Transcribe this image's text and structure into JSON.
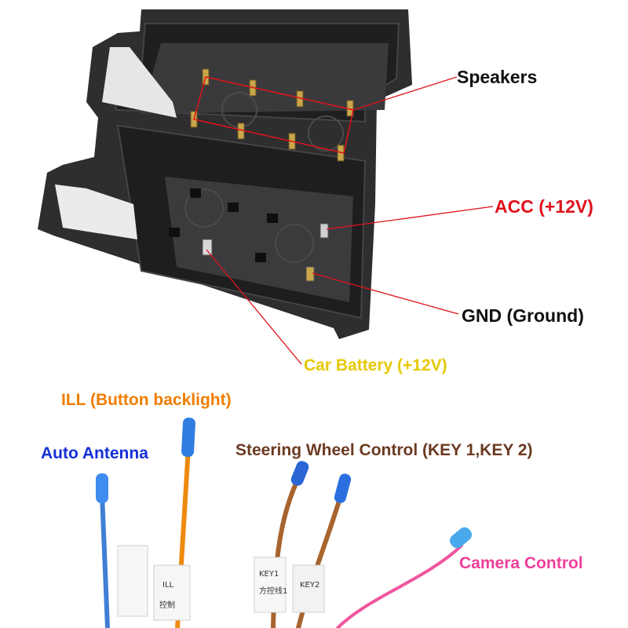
{
  "labels": {
    "speakers": "Speakers",
    "acc": "ACC (+12V)",
    "gnd": "GND (Ground)",
    "car_battery": "Car Battery (+12V)",
    "ill": "ILL (Button backlight)",
    "auto_antenna": "Auto Antenna",
    "steering": "Steering Wheel Control (KEY 1,KEY 2)",
    "camera": "Camera Control"
  },
  "tags": {
    "ill_tag": "ILL",
    "ill_tag_cn": "控制",
    "key1_tag": "KEY1",
    "key1_tag_cn": "方控线1",
    "key2_tag": "KEY2"
  },
  "colors": {
    "speakers": "#111111",
    "acc": "#e0121b",
    "gnd": "#111111",
    "car_battery": "#e6c800",
    "ill": "#f07d00",
    "auto_antenna": "#1530d8",
    "steering": "#6b3a22",
    "camera": "#ee3f9a",
    "connector_body": "#2c2c2e",
    "wire_blue": "#3f7fd6",
    "wire_orange": "#ee8a10",
    "wire_brown": "#a8642e",
    "wire_pink": "#f0559f"
  }
}
